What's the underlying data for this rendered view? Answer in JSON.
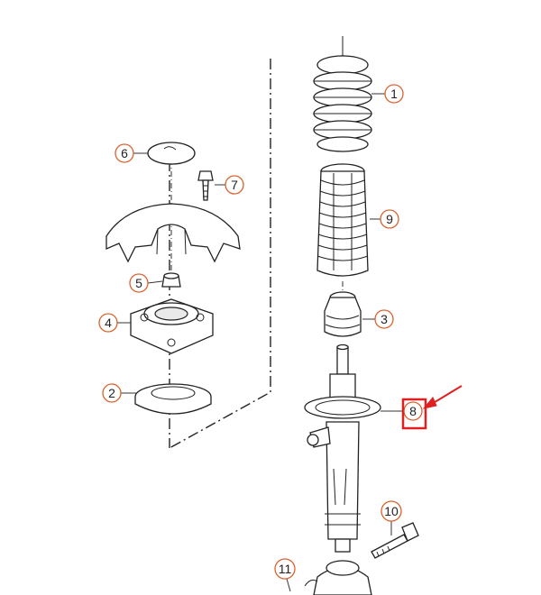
{
  "diagram": {
    "callouts": [
      {
        "id": "c1",
        "label": "1"
      },
      {
        "id": "c2",
        "label": "2"
      },
      {
        "id": "c3",
        "label": "3"
      },
      {
        "id": "c4",
        "label": "4"
      },
      {
        "id": "c5",
        "label": "5"
      },
      {
        "id": "c6",
        "label": "6"
      },
      {
        "id": "c7",
        "label": "7"
      },
      {
        "id": "c8",
        "label": "8"
      },
      {
        "id": "c9",
        "label": "9"
      },
      {
        "id": "c10",
        "label": "10"
      },
      {
        "id": "c11",
        "label": "11"
      }
    ],
    "highlight": {
      "label": "8",
      "color": "#e02020"
    },
    "colors": {
      "callout_ring": "#d9622b",
      "line": "#222222",
      "highlight": "#e02020"
    }
  }
}
